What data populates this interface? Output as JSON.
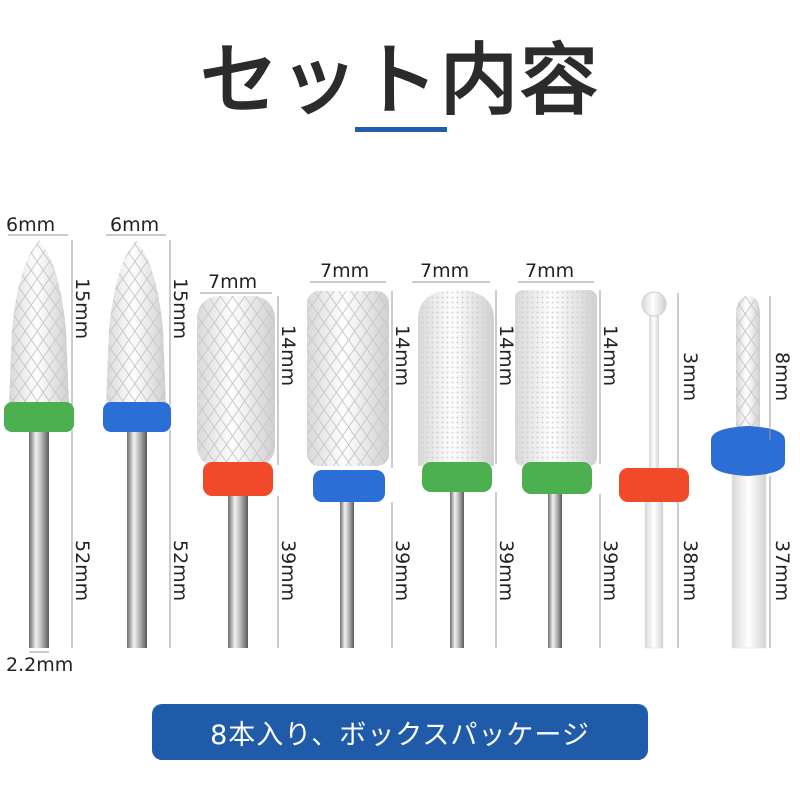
{
  "title": "セット内容",
  "footer": "8本入り、ボックスパッケージ",
  "colors": {
    "accent": "#1f5ba8",
    "green": "#4caf50",
    "blue": "#2b6fd6",
    "red": "#f04a2a"
  },
  "bits": [
    {
      "shape": "cone",
      "ring": "green",
      "width_label": "6mm",
      "head_label": "15mm",
      "shank_label": "52mm",
      "shank_dia_label": "2.2mm"
    },
    {
      "shape": "cone",
      "ring": "blue",
      "width_label": "6mm",
      "head_label": "15mm",
      "shank_label": "52mm"
    },
    {
      "shape": "cylinder",
      "ring": "red",
      "width_label": "7mm",
      "head_label": "14mm",
      "shank_label": "39mm"
    },
    {
      "shape": "cylinder",
      "ring": "blue",
      "width_label": "7mm",
      "head_label": "14mm",
      "shank_label": "39mm"
    },
    {
      "shape": "dome",
      "ring": "green",
      "width_label": "7mm",
      "head_label": "14mm",
      "shank_label": "39mm"
    },
    {
      "shape": "cylinder",
      "ring": "green",
      "width_label": "7mm",
      "head_label": "14mm",
      "shank_label": "39mm"
    },
    {
      "shape": "ball",
      "ring": "red",
      "head_label": "3mm",
      "shank_label": "38mm"
    },
    {
      "shape": "needle",
      "ring": "blue",
      "head_label": "8mm",
      "shank_label": "37mm"
    }
  ]
}
